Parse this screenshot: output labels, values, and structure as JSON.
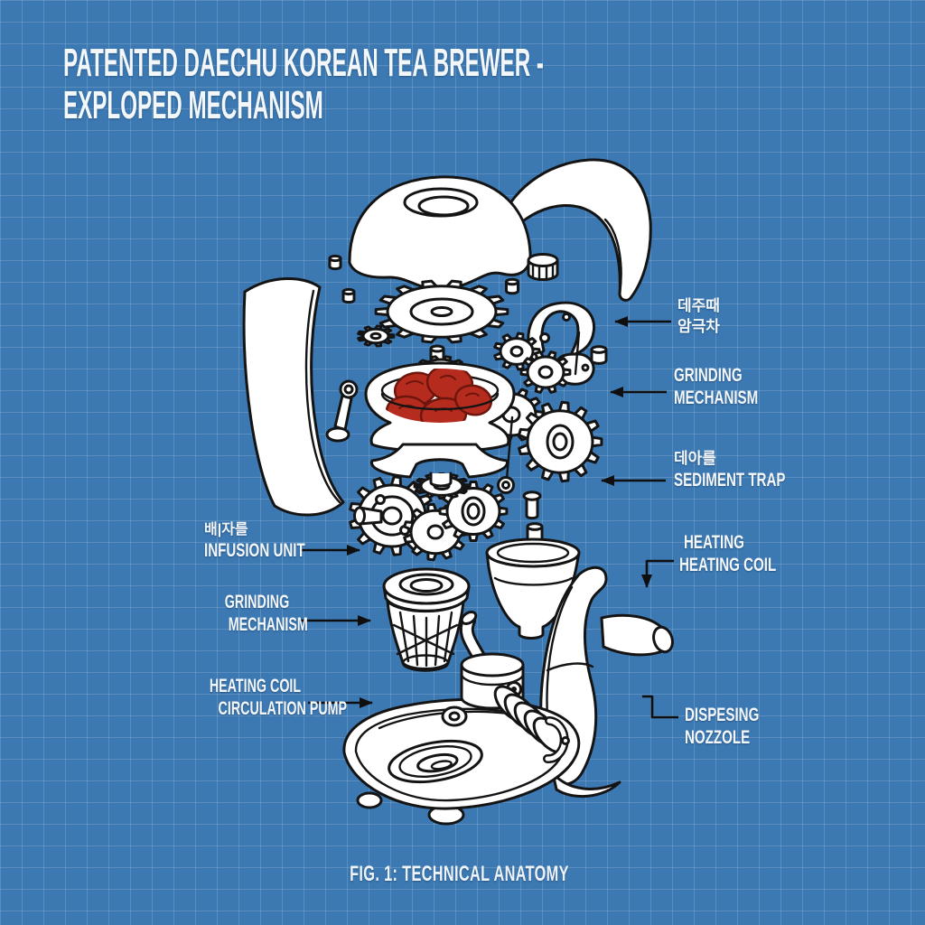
{
  "title": {
    "line1": "PATENTED DAECHU KOREAN TEA BREWER -",
    "line2": "EXPLOPED MECHANISM"
  },
  "caption": "FIG. 1: TECHNICAL ANATOMY",
  "colors": {
    "background": "#3c79b3",
    "grid_line": "#6ea3ce",
    "ink": "#141414",
    "part_fill": "#ffffff",
    "jujube_red": "#b52c1f",
    "label_text": "#f4f7f9"
  },
  "labels": {
    "right": [
      {
        "id": "hopper-korean",
        "lines": [
          "데주때",
          "암극차"
        ]
      },
      {
        "id": "grinding-mechanism",
        "lines": [
          "GRINDING",
          "MECHANISM"
        ]
      },
      {
        "id": "sediment-trap",
        "lines": [
          "데아를",
          "SEDIMENT TRAP"
        ]
      },
      {
        "id": "heating-coil",
        "lines": [
          "HEATING",
          "HEATING COIL"
        ]
      },
      {
        "id": "dispensing-nozzle",
        "lines": [
          "DISPESING",
          "NOZZOLE"
        ]
      }
    ],
    "left": [
      {
        "id": "infusion-unit",
        "lines": [
          "배|자를",
          "INFUSION UNIT"
        ]
      },
      {
        "id": "grinding-mechanism-left",
        "lines": [
          "GRINDING",
          "MECHANISM"
        ]
      },
      {
        "id": "circulation-pump",
        "lines": [
          "HEATING COIL",
          "CIRCULATION PUMP"
        ]
      }
    ]
  },
  "figure": {
    "parts": [
      "dome-lid",
      "housing-shell-left",
      "housing-shell-right",
      "crown-gear",
      "gear-train",
      "latch-clamp",
      "jujube-hopper-bowl",
      "crank-arm",
      "infusion-basket",
      "sediment-cone",
      "circulation-pump",
      "heater-spring-coil",
      "drip-tray-base",
      "body-shell-with-handle",
      "fasteners"
    ]
  }
}
